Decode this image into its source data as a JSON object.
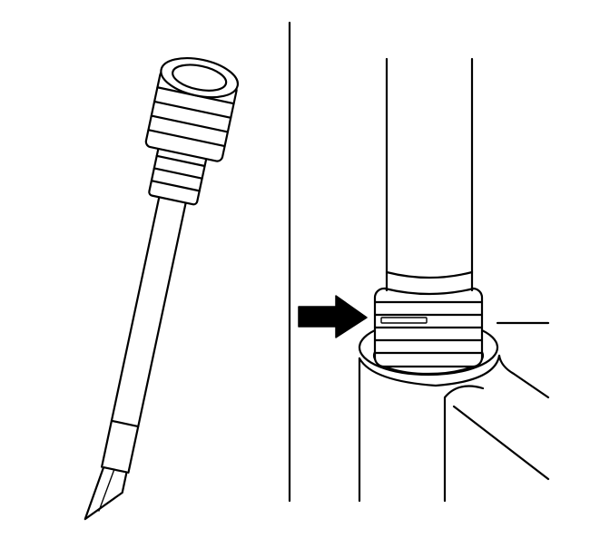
{
  "figure": {
    "background": "#ffffff",
    "line_color": "#000000",
    "panels": [
      {
        "name": "left-panel",
        "subject": "tool-with-threaded-sleeve"
      },
      {
        "name": "right-panel",
        "subject": "threaded-fitting-on-tube"
      }
    ],
    "icons": [
      "arrow-right-icon"
    ]
  }
}
